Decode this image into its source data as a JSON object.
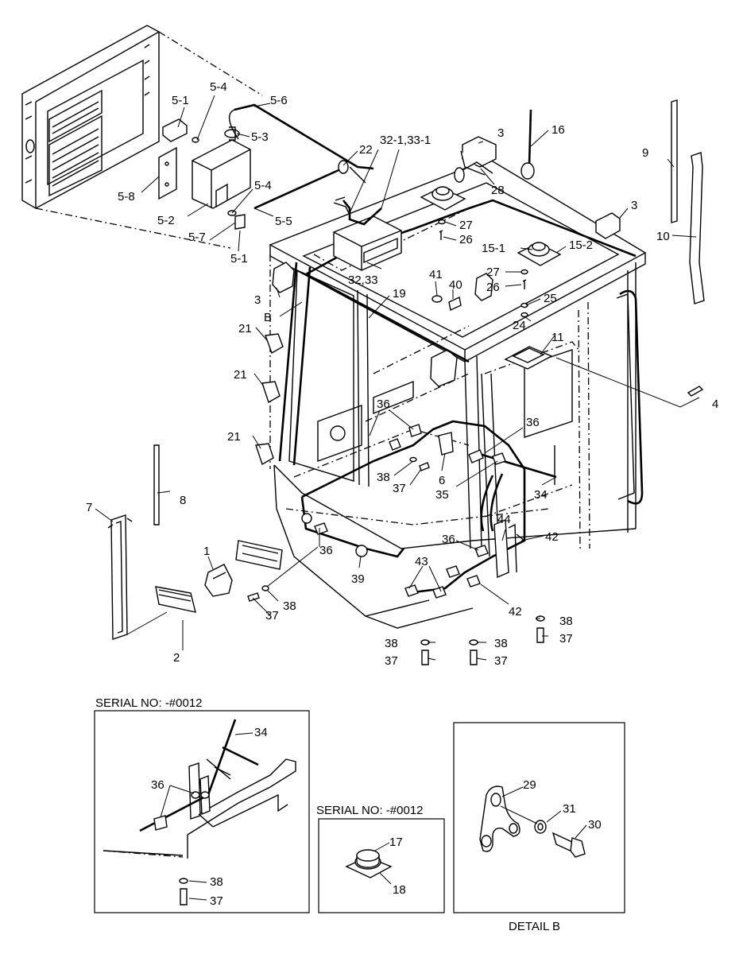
{
  "labels": {
    "l5_1a": "5-1",
    "l5_4a": "5-4",
    "l5_6": "5-6",
    "l5_3": "5-3",
    "l5_8": "5-8",
    "l5_4b": "5-4",
    "l5_2": "5-2",
    "l5_7": "5-7",
    "l5_5": "5-5",
    "l5_1b": "5-1",
    "l22": "22",
    "l32_1": "32-1,33-1",
    "l3a": "3",
    "l16": "16",
    "l9": "9",
    "l28": "28",
    "l3b": "3",
    "l10": "10",
    "l27a": "27",
    "l26a": "26",
    "l15_1": "15-1",
    "l15_2": "15-2",
    "l27b": "27",
    "l26b": "26",
    "l41": "41",
    "l40": "40",
    "l32_33": "32,33",
    "l19": "19",
    "l3c": "3",
    "lB": "B",
    "l25": "25",
    "l24": "24",
    "l21a": "21",
    "l11": "11",
    "l21b": "21",
    "l4": "4",
    "l36a": "36",
    "l36b": "36",
    "l21c": "21",
    "l38a": "38",
    "l37a": "37",
    "l6": "6",
    "l35": "35",
    "l34": "34",
    "l8": "8",
    "l7": "7",
    "l44": "44",
    "l36c": "36",
    "l42a": "42",
    "l1": "1",
    "l36d": "36",
    "l39": "39",
    "l43": "43",
    "l38b": "38",
    "l37b": "37",
    "l42b": "42",
    "l38c": "38",
    "l37c": "37",
    "l2": "2",
    "l38d": "38",
    "l38e": "38",
    "l37d": "37",
    "l37e": "37"
  },
  "inset_left": {
    "caption": "SERIAL NO: -#0012",
    "l34": "34",
    "l36": "36",
    "l38": "38",
    "l37": "37"
  },
  "inset_mid": {
    "caption": "SERIAL NO: -#0012",
    "l17": "17",
    "l18": "18"
  },
  "inset_right": {
    "caption": "DETAIL B",
    "l29": "29",
    "l31": "31",
    "l30": "30"
  }
}
